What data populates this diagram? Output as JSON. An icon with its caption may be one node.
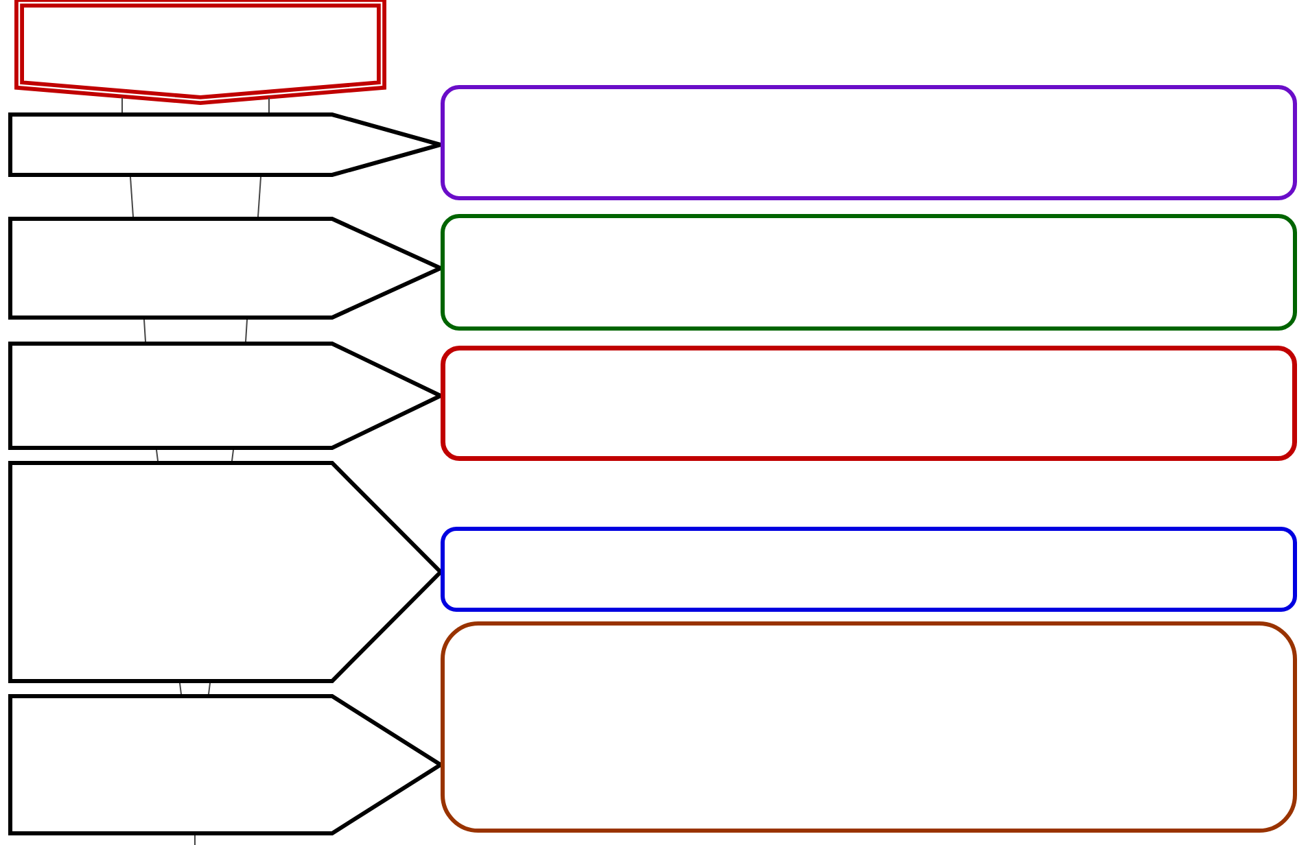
{
  "diagram": {
    "nodes": [
      {
        "text": [],
        "shape": "pentagon"
      },
      {
        "text": [],
        "shape": "pentagon"
      },
      {
        "text": [],
        "shape": "pentagon"
      },
      {
        "text": [],
        "shape": "pentagon"
      },
      {
        "text": [],
        "shape": "pentagon"
      },
      {
        "text": [],
        "shape": "pentagon"
      },
      {
        "text": [],
        "shape": "box"
      },
      {
        "text": [],
        "shape": "box"
      },
      {
        "text": [],
        "shape": "box"
      },
      {
        "text": [],
        "shape": "box"
      },
      {
        "text": [],
        "shape": "box"
      }
    ],
    "edges": [
      {
        "from": 0,
        "to": 1,
        "arrow": "none"
      },
      {
        "from": 0,
        "to": 1,
        "arrow": "none"
      },
      {
        "from": 1,
        "to": 2,
        "arrow": "none"
      },
      {
        "from": 1,
        "to": 2,
        "arrow": "none"
      },
      {
        "from": 2,
        "to": 3,
        "arrow": "none"
      },
      {
        "from": 2,
        "to": 3,
        "arrow": "none"
      },
      {
        "from": 3,
        "to": 4,
        "arrow": "none"
      },
      {
        "from": 3,
        "to": 4,
        "arrow": "none"
      },
      {
        "from": 4,
        "to": 5,
        "arrow": "none"
      },
      {
        "from": 4,
        "to": 5,
        "arrow": "none"
      },
      {
        "from": 5,
        "to": null,
        "arrow": "none"
      }
    ]
  }
}
